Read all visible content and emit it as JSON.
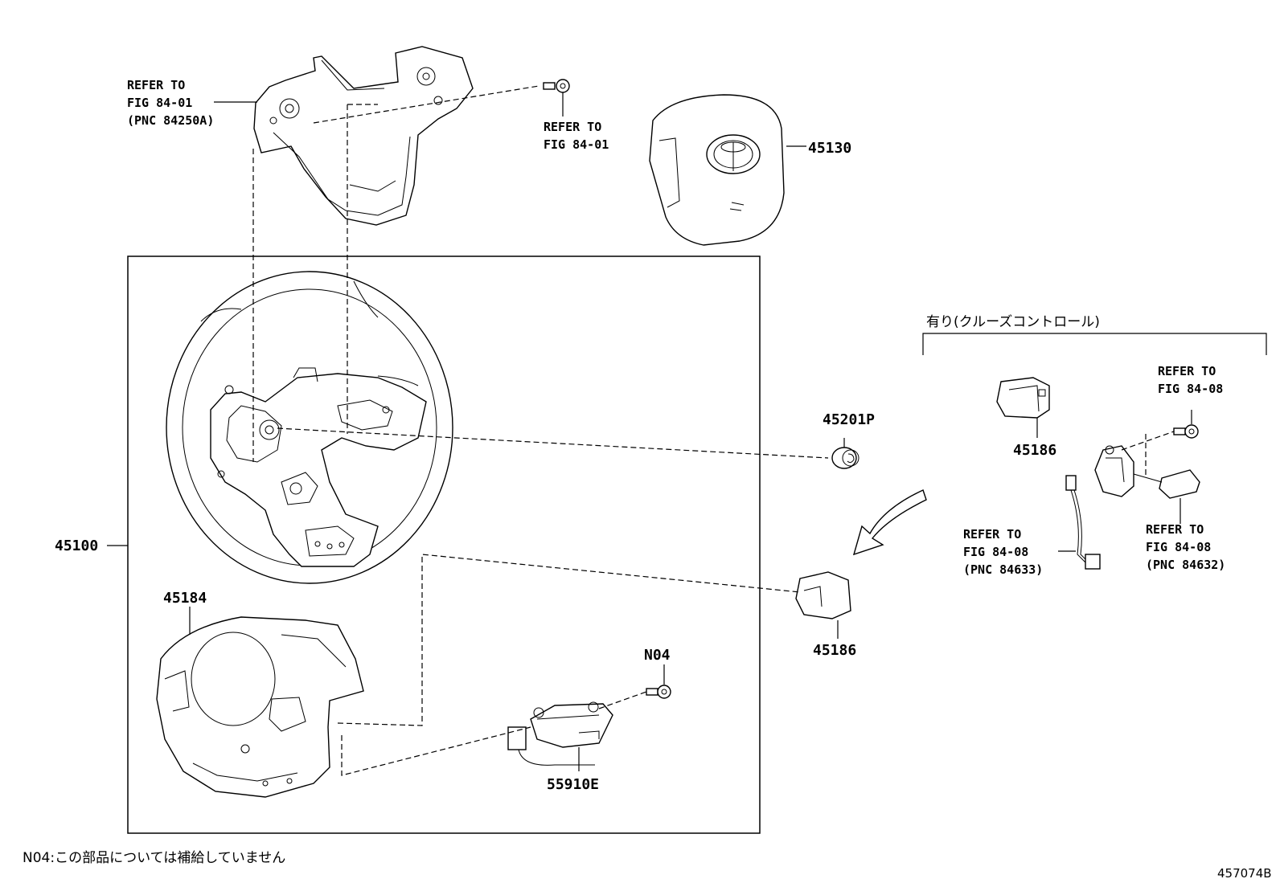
{
  "diagram": {
    "drawing_code": "457074B",
    "note": "N04:この部品については補給していません",
    "option_label": "有り(クルーズコントロール)",
    "parts": {
      "p45130": "45130",
      "p45100": "45100",
      "p45184": "45184",
      "p45201p": "45201P",
      "p45186_left": "45186",
      "p45186_right": "45186",
      "p55910e": "55910E",
      "pN04": "N04"
    },
    "references": {
      "switch_left": [
        "REFER TO",
        "FIG 84-01",
        "(PNC 84250A)"
      ],
      "screw_top": [
        "REFER TO",
        "FIG 84-01"
      ],
      "screw_right": [
        "REFER TO",
        "FIG 84-08"
      ],
      "wire_right": [
        "REFER TO",
        "FIG 84-08",
        "(PNC 84633)"
      ],
      "switch_right": [
        "REFER TO",
        "FIG 84-08",
        "(PNC 84632)"
      ]
    }
  }
}
